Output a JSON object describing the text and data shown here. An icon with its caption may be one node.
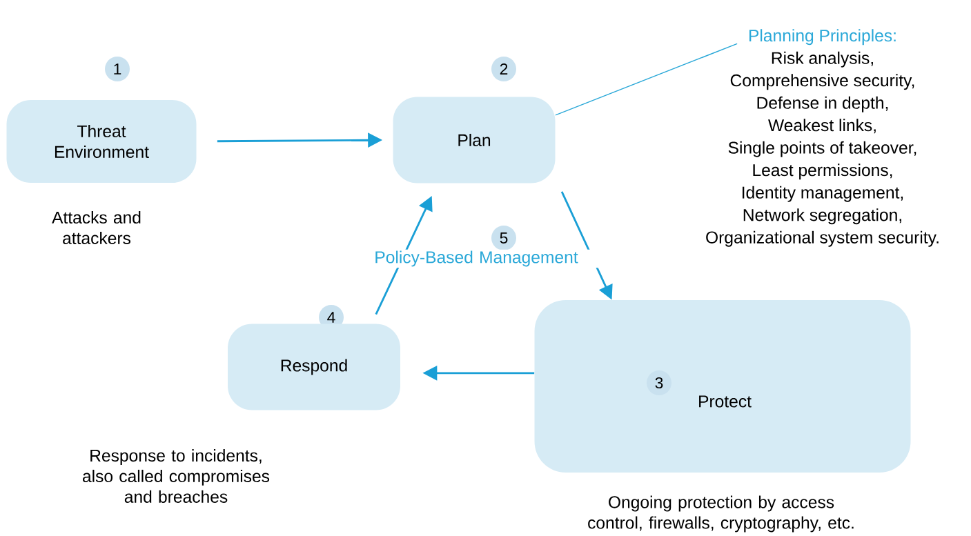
{
  "diagram": {
    "nodes": [
      {
        "text": [
          "1"
        ]
      },
      {
        "text": [
          "Threat Environment"
        ],
        "beside": [
          "Attacks and attackers"
        ]
      },
      {
        "text": [
          "2"
        ]
      },
      {
        "text": [
          "Plan"
        ]
      },
      {
        "text": [
          "Protect"
        ],
        "beside": [
          "Ongoing protection by access control, firewalls, cryptography, etc."
        ]
      },
      {
        "text": [
          "3"
        ],
        "in": 4
      },
      {
        "text": [
          "4"
        ]
      },
      {
        "text": [
          "Respond"
        ],
        "beside": [
          "Response to incidents, also called compromises and breaches"
        ]
      },
      {
        "text": [
          "5"
        ],
        "beside": [
          "Policy-Based Management"
        ]
      },
      {
        "text": [
          "Planning Principles:",
          "Risk analysis,",
          "Comprehensive security,",
          "Defense in depth,",
          "Weakest links,",
          "Single points of takeover,",
          "Least permissions,",
          "Identity management,",
          "Network segregation,",
          "Organizational system security."
        ]
      }
    ],
    "edges": [
      {
        "from": 1,
        "to": 3,
        "arrow": "to"
      },
      {
        "from": 3,
        "to": 4,
        "arrow": "to"
      },
      {
        "from": 4,
        "to": 7,
        "arrow": "to"
      },
      {
        "from": 7,
        "to": 3,
        "arrow": "to"
      },
      {
        "from": 9,
        "to": 3,
        "arrow": "none"
      }
    ]
  }
}
